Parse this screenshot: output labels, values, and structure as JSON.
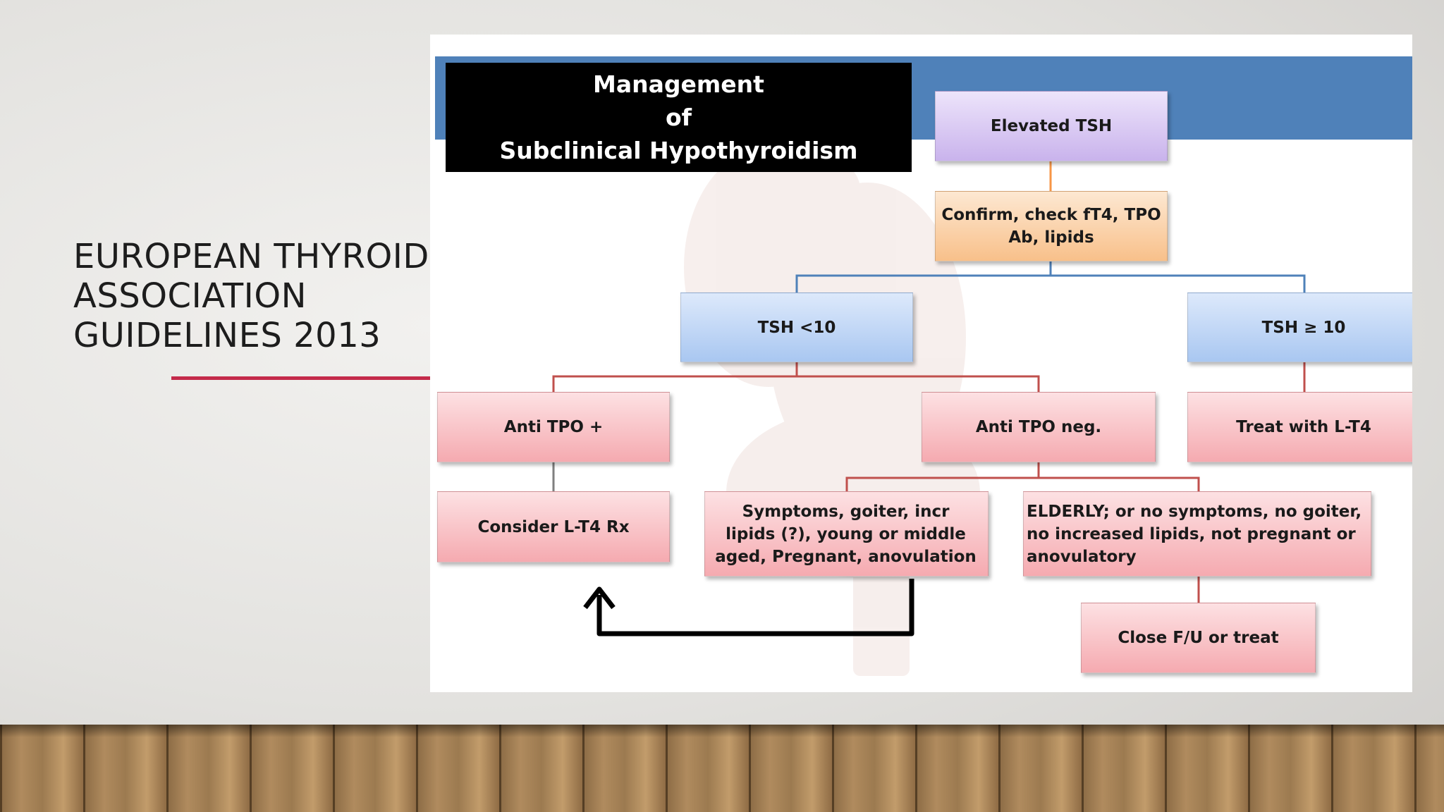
{
  "slide": {
    "title": "EUROPEAN THYROID\nASSOCIATION\nGUIDELINES 2013"
  },
  "diagram": {
    "title": "Management\nof\nSubclinical Hypothyroidism",
    "nodes": {
      "elevated_tsh": "Elevated TSH",
      "confirm": "Confirm, check fT4, TPO\nAb, lipids",
      "tsh_low": "TSH <10",
      "tsh_high": "TSH ≥ 10",
      "anti_tpo_pos": "Anti TPO +",
      "anti_tpo_neg": "Anti TPO neg.",
      "treat_lt4": "Treat with L-T4",
      "consider_lt4": "Consider L-T4 Rx",
      "symptoms": "Symptoms, goiter, incr\nlipids (?), young or middle\naged, Pregnant, anovulation",
      "elderly": "ELDERLY; or no symptoms, no goiter,\nno increased lipids, not pregnant or\nanovulatory",
      "close_fu": "Close F/U or treat"
    },
    "colors": {
      "band": "#4f81b9",
      "connector_blue": "#4f81b9",
      "connector_red": "#c0504d",
      "connector_orange": "#f79646",
      "arrow": "#000000",
      "accent_rule": "#c42a4a"
    }
  }
}
